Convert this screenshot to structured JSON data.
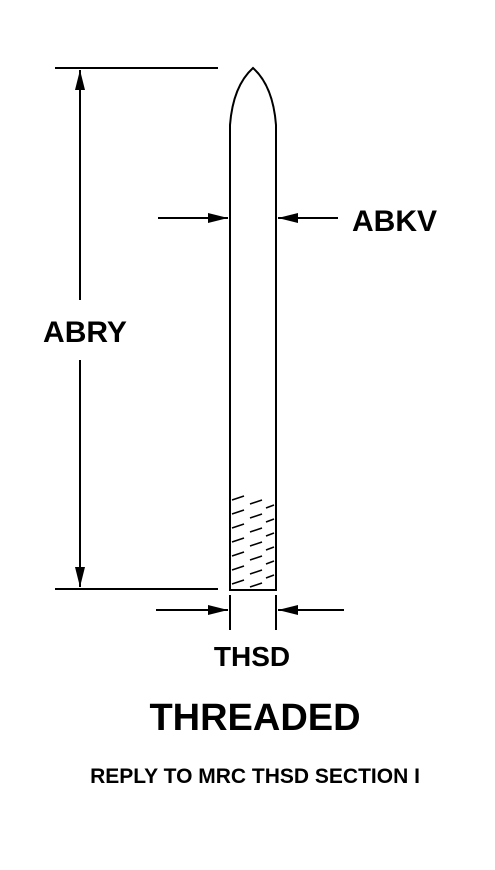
{
  "labels": {
    "length": "ABRY",
    "diameter": "ABKV",
    "thread_diameter": "THSD"
  },
  "title": "THREADED",
  "note": "REPLY TO MRC THSD SECTION I",
  "colors": {
    "ink": "#000000",
    "background": "#ffffff"
  }
}
